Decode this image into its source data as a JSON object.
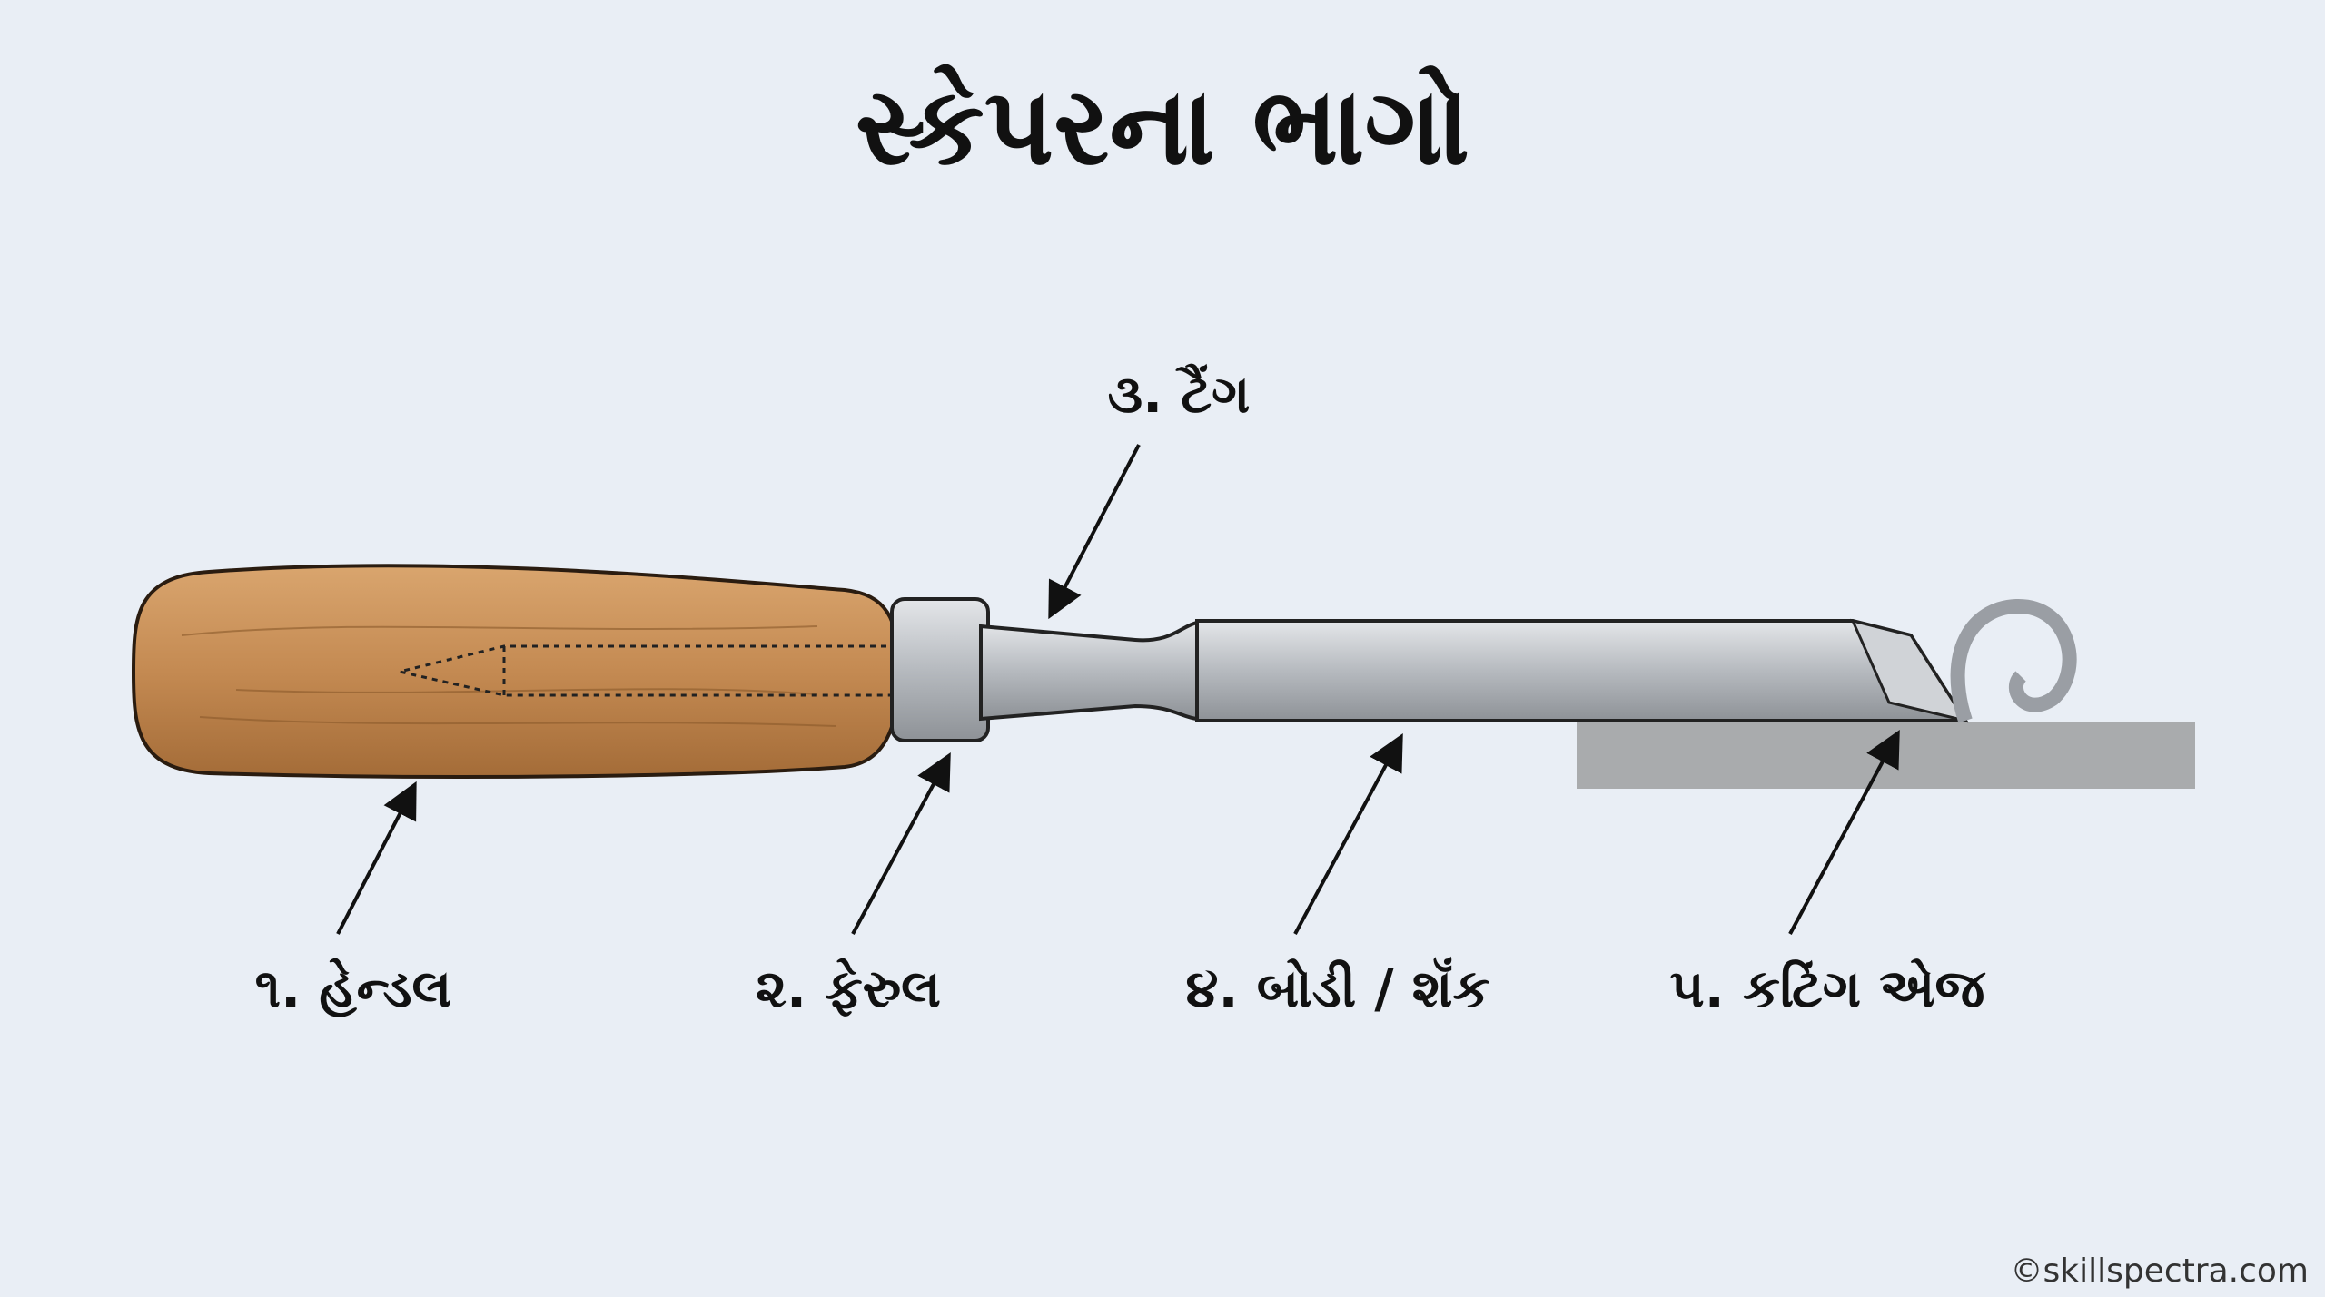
{
  "title": "સ્કેપરના ભાગો",
  "parts": [
    {
      "label": "૧. હેન્ડલ"
    },
    {
      "label": "૨. ફેરુલ"
    },
    {
      "label": "૩. ટૈંગ"
    },
    {
      "label": "૪. બોડી / શૅંક"
    },
    {
      "label": "૫. કટિંગ એજ"
    }
  ],
  "watermark": "©skillspectra.com",
  "colors": {
    "background": "#e9eef5",
    "handle": "#c48a52",
    "steel": "#b9bdc2",
    "workpiece": "#a9abad"
  }
}
